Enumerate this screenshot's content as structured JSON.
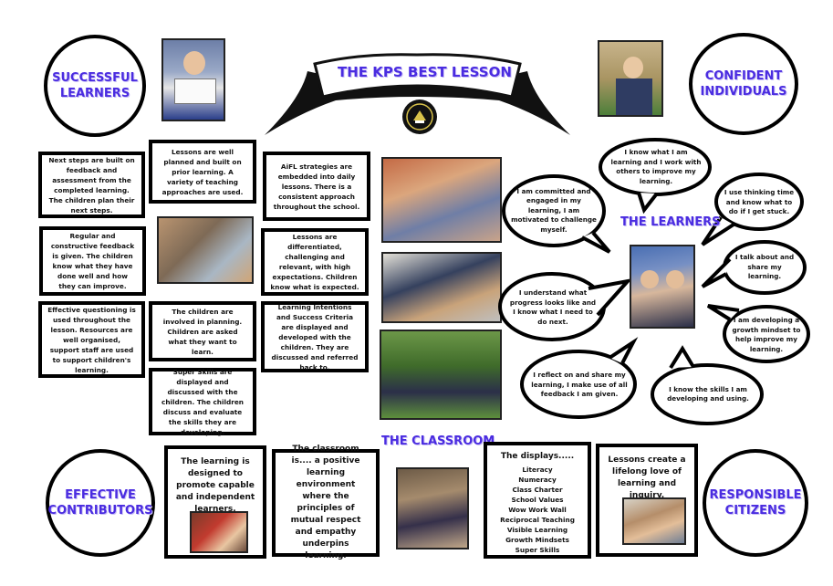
{
  "banner": {
    "title": "THE KPS BEST LESSON"
  },
  "corners": {
    "top_left": "SUCCESSFUL LEARNERS",
    "top_right": "CONFIDENT INDIVIDUALS",
    "bottom_left": "EFFECTIVE CONTRIBUTORS",
    "bottom_right": "RESPONSIBLE CITIZENS"
  },
  "headings": {
    "learners": "THE LEARNERS",
    "classroom": "THE CLASSROOM"
  },
  "boxes": {
    "next_steps": "Next steps are built on feedback and assessment from the completed learning. The children plan their next steps.",
    "well_planned": "Lessons are well planned and built on prior learning. A variety of teaching approaches are used.",
    "aifl": "AiFL strategies are embedded into daily lessons. There is a consistent approach throughout the school.",
    "feedback": "Regular and constructive feedback is given. The children know what they have done well and how they can improve.",
    "differentiated": "Lessons are differentiated, challenging and relevant, with high expectations. Children know what is expected.",
    "questioning": "Effective questioning is used throughout the lesson. Resources are well organised, support staff are used to support children's learning.",
    "involved": "The children are involved in planning. Children are asked what they want to learn.",
    "intentions": "Learning Intentions and Success Criteria are displayed and developed with the children. They are discussed and referred back to.",
    "super_skills": "Super Skills are displayed and discussed with the children. The children discuss and evaluate the skills they are developing.",
    "designed": "The learning is designed to promote capable and independent learners.",
    "environment": "The classroom is.... a positive learning environment where the principles of mutual respect and empathy underpins learning.",
    "lifelong": "Lessons create a lifelong love of learning and inquiry."
  },
  "displays": {
    "title": "The displays.....",
    "items": [
      "Literacy",
      "Numeracy",
      "Class Charter",
      "School Values",
      "Wow Work Wall",
      "Reciprocal Teaching",
      "Visible Learning",
      "Growth Mindsets",
      "Super Skills"
    ]
  },
  "bubbles": {
    "know_learning": "I know what I am learning and I work with others to improve my learning.",
    "committed": "I am committed and engaged in my learning, I am motivated to challenge myself.",
    "thinking_time": "I use thinking time and know what to do if I get stuck.",
    "talk_about": "I talk about and share my learning.",
    "progress": "I understand what progress looks like and I know what I need to do next.",
    "growth": "I am developing a growth mindset to help improve my learning.",
    "reflect": "I reflect on and share my learning, I make use of all feedback I am given.",
    "skills": "I know the skills I am developing and using."
  },
  "colors": {
    "accent": "#4a2ce0",
    "border": "#000000"
  }
}
